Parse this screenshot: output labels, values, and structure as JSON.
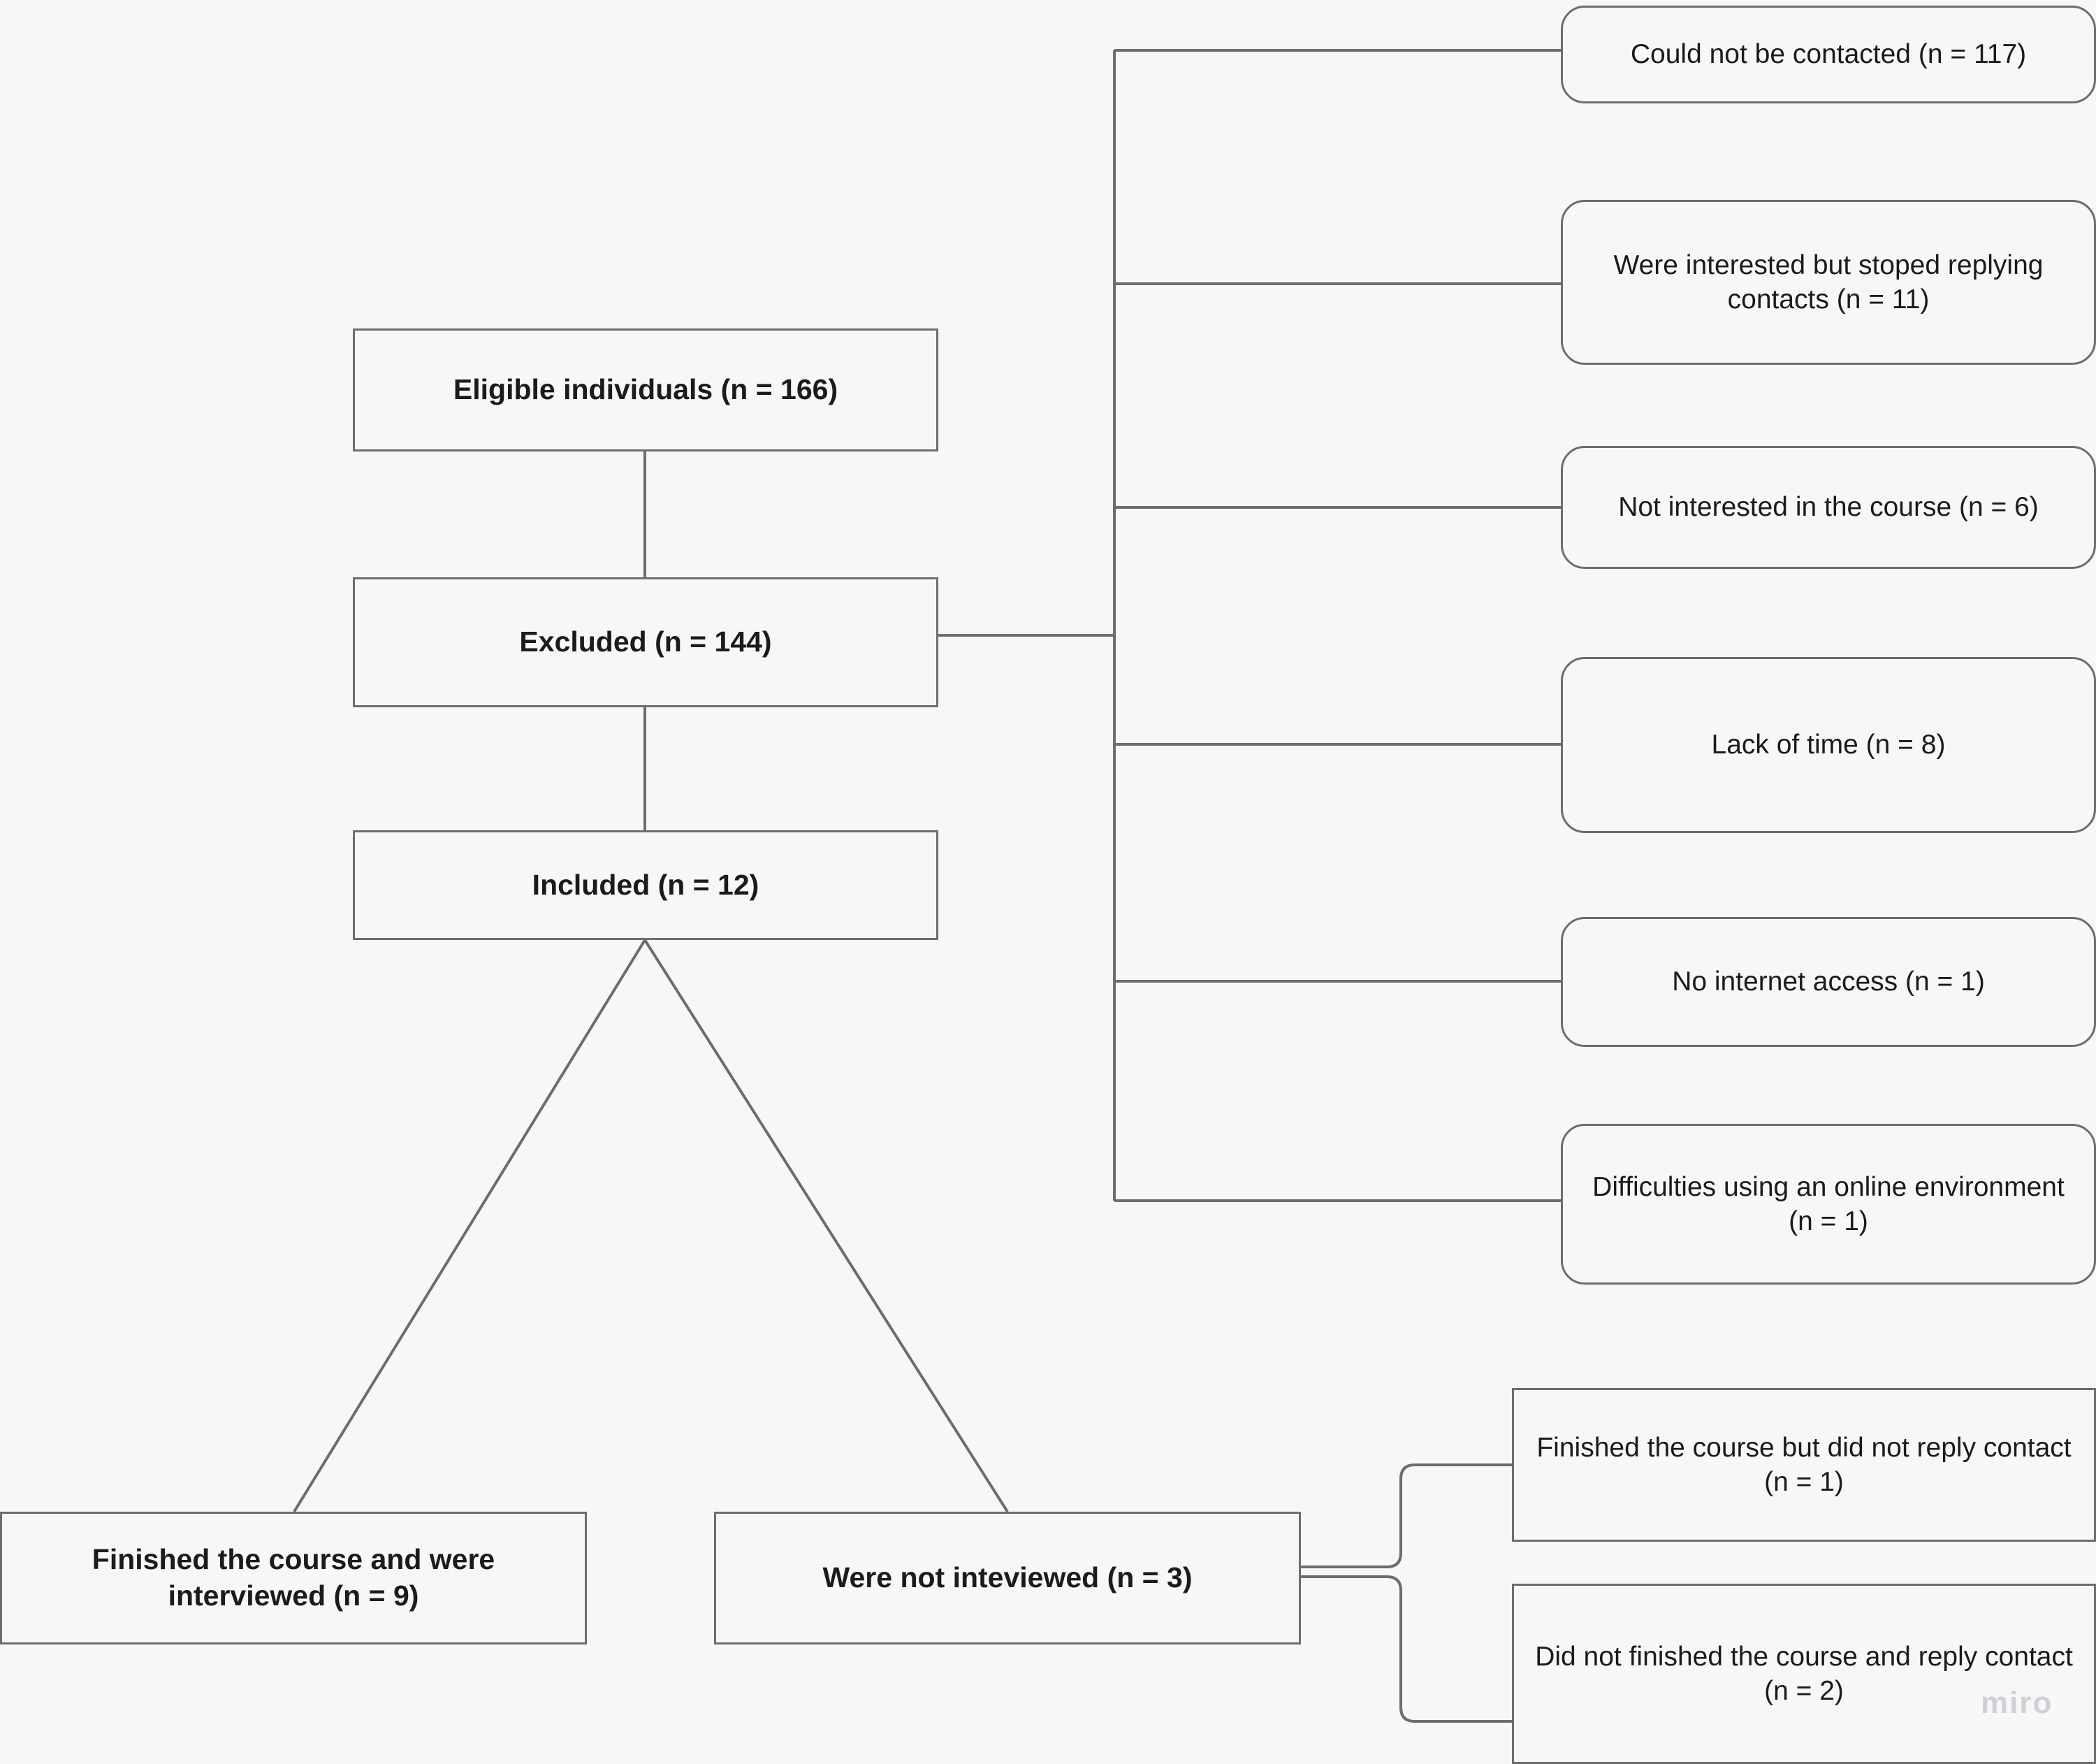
{
  "diagram": {
    "type": "flowchart",
    "title_present": false,
    "background_color": "#f7f7f7",
    "border_color": "#6d6d6d",
    "text_color": "#1b1b1b",
    "connector_color": "#6d6d6d",
    "watermark": "miro"
  },
  "nodes": {
    "eligible": {
      "label": "Eligible individuals (n = 166)",
      "n": 166,
      "shape": "rectangle",
      "emphasis": "bold"
    },
    "excluded": {
      "label": "Excluded (n = 144)",
      "n": 144,
      "shape": "rectangle",
      "emphasis": "bold"
    },
    "included": {
      "label": "Included (n = 12)",
      "n": 12,
      "shape": "rectangle",
      "emphasis": "bold"
    },
    "finished": {
      "label": "Finished the course and were interviewed (n = 9)",
      "n": 9,
      "shape": "rectangle",
      "emphasis": "bold"
    },
    "not_interviewed": {
      "label": "Were not inteviewed (n = 3)",
      "n": 3,
      "shape": "rectangle",
      "emphasis": "bold"
    }
  },
  "exclusion_reasons": [
    {
      "label": "Could not be contacted (n = 117)",
      "n": 117,
      "shape": "rounded-rectangle"
    },
    {
      "label": "Were interested but stoped replying contacts (n = 11)",
      "n": 11,
      "shape": "rounded-rectangle"
    },
    {
      "label": "Not interested in the course (n = 6)",
      "n": 6,
      "shape": "rounded-rectangle"
    },
    {
      "label": "Lack of time (n = 8)",
      "n": 8,
      "shape": "rounded-rectangle"
    },
    {
      "label": "No internet access (n = 1)",
      "n": 1,
      "shape": "rounded-rectangle"
    },
    {
      "label": "Difficulties using an online environment (n = 1)",
      "n": 1,
      "shape": "rounded-rectangle"
    }
  ],
  "not_interviewed_reasons": [
    {
      "label": "Finished the course but did not reply contact (n = 1)",
      "n": 1,
      "shape": "rectangle"
    },
    {
      "label": "Did not finished the course and reply contact (n = 2)",
      "n": 2,
      "shape": "rectangle"
    }
  ],
  "watermark": {
    "text": "miro"
  }
}
